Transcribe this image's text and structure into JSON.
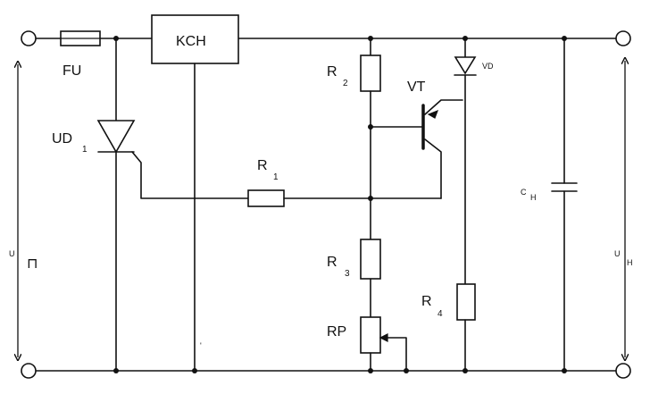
{
  "labels": {
    "fuse": "FU",
    "regulator": "KCH",
    "diode_vd1_main": "UD",
    "diode_vd1_sub": "1",
    "r1_main": "R",
    "r1_sub": "1",
    "r2_main": "R",
    "r2_sub": "2",
    "r3_main": "R",
    "r3_sub": "3",
    "r4_main": "R",
    "r4_sub": "4",
    "rp": "RP",
    "transistor": "VT",
    "diode_vd": "VD",
    "capacitor_main": "C",
    "capacitor_sub": "H",
    "input_main": "U",
    "input_sub": "⊓",
    "output_main": "U",
    "output_sub": "H"
  }
}
